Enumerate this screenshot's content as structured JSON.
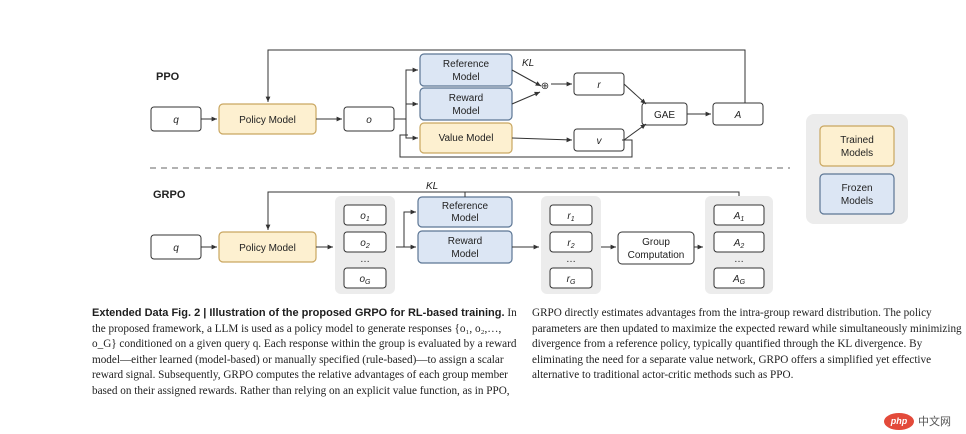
{
  "ppo": {
    "label": "PPO",
    "q": "q",
    "policy": "Policy Model",
    "o": "o",
    "reference": [
      "Reference",
      "Model"
    ],
    "reward": [
      "Reward",
      "Model"
    ],
    "value": "Value Model",
    "kl": "KL",
    "plus": "⊕",
    "r": "r",
    "v": "v",
    "gae": "GAE",
    "a": "A"
  },
  "grpo": {
    "label": "GRPO",
    "q": "q",
    "policy": "Policy Model",
    "kl": "KL",
    "reference": [
      "Reference",
      "Model"
    ],
    "reward": [
      "Reward",
      "Model"
    ],
    "outputs": [
      "o",
      "o",
      "o"
    ],
    "output_subs": [
      "1",
      "2",
      "G"
    ],
    "rewards": [
      "r",
      "r",
      "r"
    ],
    "reward_subs": [
      "1",
      "2",
      "G"
    ],
    "group": [
      "Group",
      "Computation"
    ],
    "advantages": [
      "A",
      "A",
      "A"
    ],
    "advantage_subs": [
      "1",
      "2",
      "G"
    ],
    "ellipsis": "…"
  },
  "legend": {
    "trained": [
      "Trained",
      "Models"
    ],
    "frozen": [
      "Frozen",
      "Models"
    ]
  },
  "colors": {
    "trained_fill": "#fdf0d0",
    "trained_stroke": "#c9a660",
    "frozen_fill": "#dce6f4",
    "frozen_stroke": "#5c7694",
    "group_bg": "#ececec"
  },
  "caption": {
    "title": "Extended Data Fig. 2 | Illustration of the proposed GRPO for RL-based training.",
    "left_body": "In the proposed framework, a LLM is used as a policy model to generate responses {o₁, o₂,…, o_G} conditioned on a given query q. Each response within the group is evaluated by a reward model—either learned (model-based) or manually specified (rule-based)—to assign a scalar reward signal. Subsequently, GRPO computes the relative advantages of each group member based on their assigned rewards. Rather than relying on an explicit value function, as in PPO,",
    "right_body": "GRPO directly estimates advantages from the intra-group reward distribution. The policy parameters are then updated to maximize the expected reward while simultaneously minimizing divergence from a reference policy, typically quantified through the KL divergence. By eliminating the need for a separate value network, GRPO offers a simplified yet effective alternative to traditional actor-critic methods such as PPO."
  },
  "watermark": {
    "logo": "php",
    "text": "中文网"
  }
}
